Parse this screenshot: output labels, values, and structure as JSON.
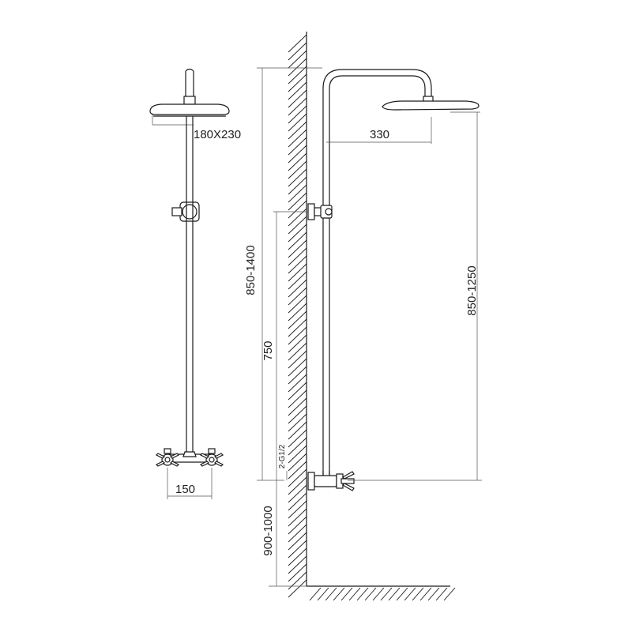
{
  "dimensions": {
    "head_size": "180X230",
    "arm_reach": "330",
    "total_height_range": "850-1400",
    "bracket_height": "750",
    "connection": "2-G1/2",
    "mixer_height": "900-1000",
    "pipe_centres": "150",
    "head_to_mixer_range": "850-1250"
  },
  "colors": {
    "line": "#1a1a1a",
    "dimension_line": "#555555",
    "background": "#ffffff"
  }
}
